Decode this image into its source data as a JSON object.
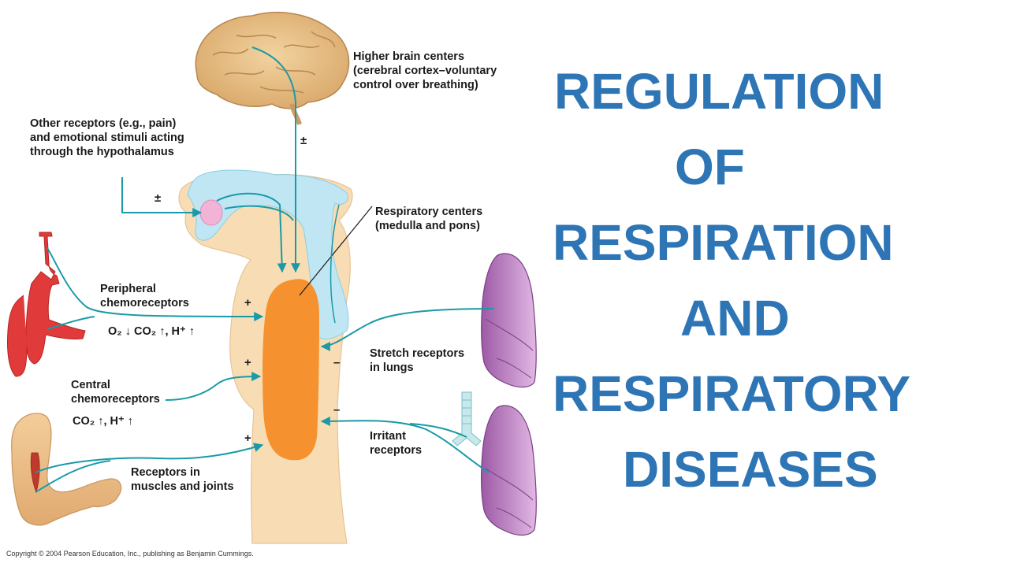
{
  "title_lines": [
    "REGULATION",
    "OF",
    "RESPIRATION",
    "AND",
    "RESPIRATORY",
    "DISEASES"
  ],
  "labels": {
    "higher_brain": [
      "Higher brain centers",
      "(cerebral cortex–voluntary",
      "control over breathing)"
    ],
    "other_receptors": [
      "Other receptors (e.g., pain)",
      "and emotional stimuli acting",
      "through the hypothalamus"
    ],
    "respiratory_centers": [
      "Respiratory centers",
      "(medulla and pons)"
    ],
    "peripheral": [
      "Peripheral",
      "chemoreceptors"
    ],
    "peripheral_stimuli": "O₂ ↓ CO₂ ↑, H⁺ ↑",
    "central": [
      "Central",
      "chemoreceptors"
    ],
    "central_stimuli": "CO₂ ↑, H⁺ ↑",
    "stretch": [
      "Stretch receptors",
      "in lungs"
    ],
    "irritant": [
      "Irritant",
      "receptors"
    ],
    "muscles": [
      "Receptors in",
      "muscles and joints"
    ]
  },
  "signs": {
    "brain": "±",
    "hypothalamus": "±",
    "peripheral": "+",
    "central": "+",
    "muscles": "+",
    "stretch": "–",
    "irritant": "–"
  },
  "copyright": "Copyright © 2004 Pearson Education, Inc., publishing as Benjamin Cummings.",
  "colors": {
    "title": "#2e75b6",
    "arrow": "#1a9aa8",
    "brainstem": "#f7dcb4",
    "csf": "#bfe6f2",
    "respiratory_center": "#f5922f",
    "lung": "#c58ac8",
    "artery": "#e03a3a"
  }
}
